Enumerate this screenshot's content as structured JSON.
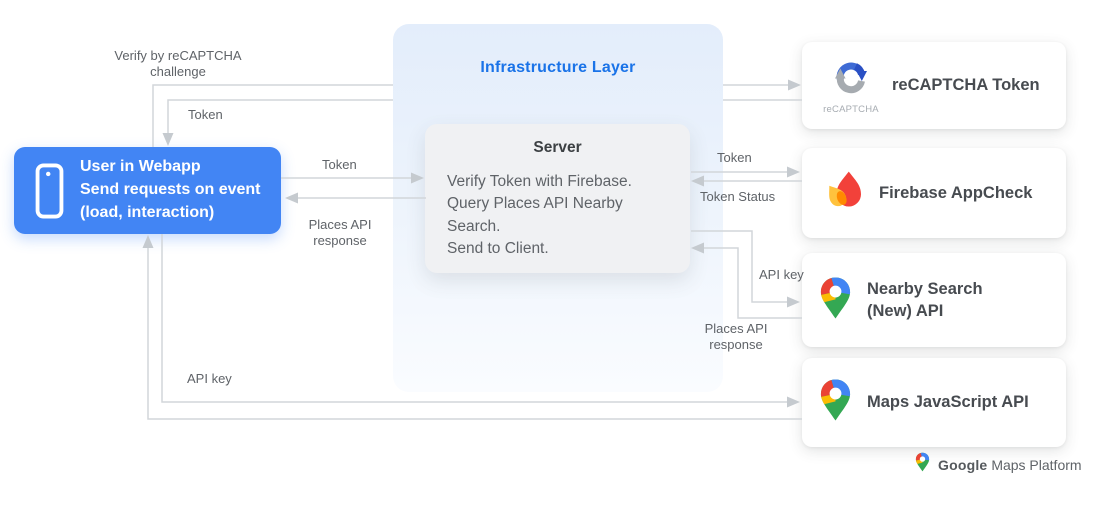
{
  "user_box": {
    "lines": [
      "User in Webapp",
      "Send requests on event",
      "(load, interaction)"
    ]
  },
  "infrastructure": {
    "title": "Infrastructure Layer",
    "server": {
      "title": "Server",
      "body": [
        "Verify Token with Firebase.",
        "Query Places API Nearby Search.",
        "Send to Client."
      ]
    }
  },
  "cards": [
    {
      "label": "reCAPTCHA Token",
      "icon": "recaptcha-logo",
      "icon_caption": "reCAPTCHA"
    },
    {
      "label": "Firebase AppCheck",
      "icon": "firebase-flame"
    },
    {
      "label": "Nearby Search (New) API",
      "icon": "google-maps-pin"
    },
    {
      "label": "Maps JavaScript API",
      "icon": "google-maps-pin"
    }
  ],
  "connector_labels": {
    "verify_challenge": "Verify by reCAPTCHA challenge",
    "token_top": "Token",
    "token_user_server": "Token",
    "places_response_user": "Places API response",
    "token_server_firebase": "Token",
    "token_status": "Token Status",
    "api_key_nearby": "API key",
    "places_response_server": "Places API response",
    "api_key_maps": "API key"
  },
  "footer": {
    "brand_bold": "Google",
    "brand_rest": "Maps Platform"
  },
  "colors": {
    "user_box_blue": "#4285F4",
    "infra_title_blue": "#1A73E8",
    "connector_gray": "#D2D6DA",
    "arrowhead_gray": "#C5CACF",
    "label_gray": "#5F6368",
    "server_gray": "#F0F1F3"
  }
}
